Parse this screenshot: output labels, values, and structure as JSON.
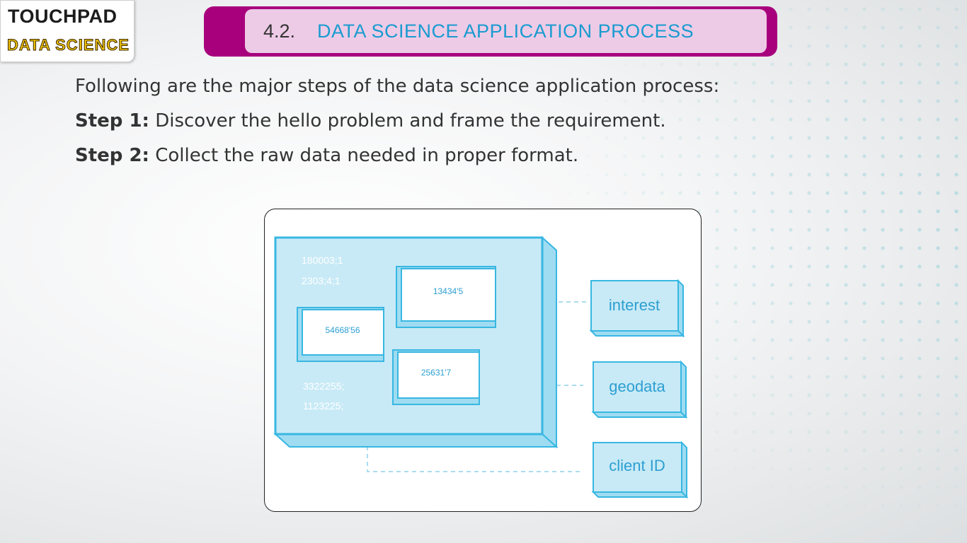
{
  "logo": {
    "top": "TOUCHPAD",
    "bottom": "DATA SCIENCE"
  },
  "header": {
    "section_number": "4.2.",
    "section_title": "DATA SCIENCE APPLICATION PROCESS"
  },
  "content": {
    "intro": "Following are the major steps of the data science application process:",
    "steps": [
      {
        "label": "Step 1:",
        "text": " Discover the hello problem and frame the requirement."
      },
      {
        "label": "Step 2:",
        "text": " Collect the raw data needed in proper format."
      }
    ]
  },
  "figure": {
    "raw_lines": [
      "180003;1",
      "2303;4;1",
      "3322255;",
      "1123225;"
    ],
    "boxes": [
      "13434'5",
      "54668'56",
      "25631'7"
    ],
    "labels": [
      "interest",
      "geodata",
      "client ID"
    ],
    "colors": {
      "fill": "#c8eaf6",
      "stroke": "#38b7e2",
      "text": "#2d9fd2"
    }
  }
}
